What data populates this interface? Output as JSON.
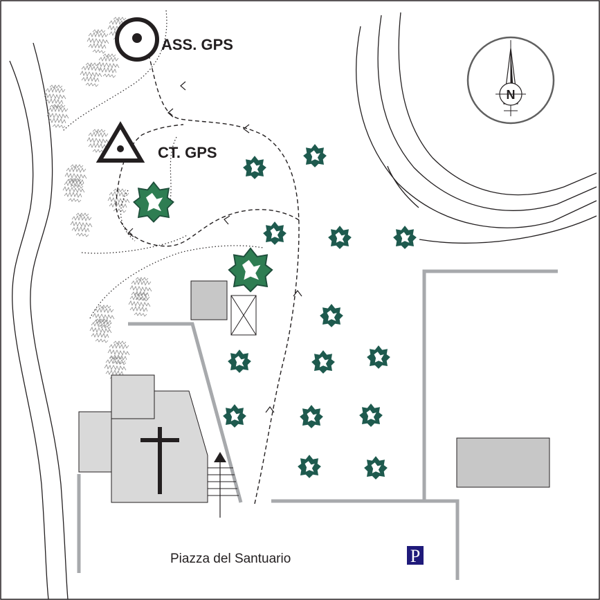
{
  "labels": {
    "ass_gps": "ASS. GPS",
    "ct_gps": "CT. GPS",
    "square": "Piazza del Santuario",
    "north": "N",
    "parking": "P"
  },
  "icons": {
    "ass_gps": "circle-dot-icon",
    "ct_gps": "triangle-dot-icon",
    "north": "compass-rose-icon",
    "church": "cross-icon",
    "parking": "parking-icon",
    "entrance": "arrow-up-icon"
  },
  "colors": {
    "outline": "#231f20",
    "road": "#a7a9ac",
    "building": "#d9d9d9",
    "building_dark": "#c7c7c7",
    "tree_fill": "#1e5a4e",
    "tree_big_fill": "#2e7d52",
    "scrub": "#8c8c8c",
    "parking_bg": "#1f1a7a"
  }
}
